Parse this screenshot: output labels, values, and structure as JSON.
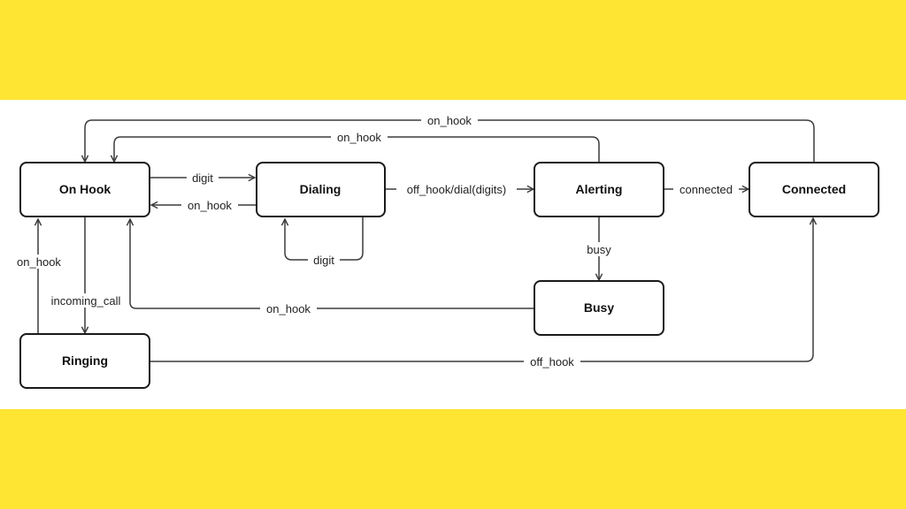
{
  "colors": {
    "band": "#ffe533",
    "canvas": "#ffffff",
    "stroke": "#1a1a1a"
  },
  "states": {
    "on_hook": "On Hook",
    "dialing": "Dialing",
    "alerting": "Alerting",
    "connected": "Connected",
    "busy": "Busy",
    "ringing": "Ringing"
  },
  "transitions": {
    "connected_to_onhook": "on_hook",
    "alerting_to_onhook": "on_hook",
    "onhook_to_dialing": "digit",
    "dialing_to_onhook": "on_hook",
    "dialing_self": "digit",
    "dialing_to_alerting": "off_hook/dial(digits)",
    "alerting_to_connected": "connected",
    "alerting_to_busy": "busy",
    "ringing_to_onhook": "on_hook",
    "onhook_to_ringing": "incoming_call",
    "busy_to_onhook": "on_hook",
    "ringing_to_connected": "off_hook"
  }
}
